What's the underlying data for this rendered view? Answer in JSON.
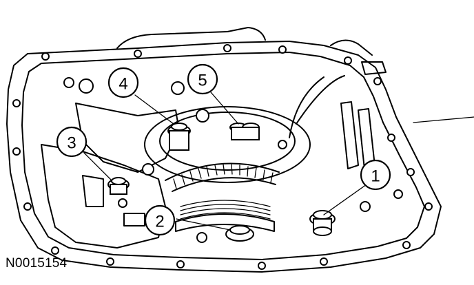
{
  "figure": {
    "id_label": "N0015154"
  },
  "callouts": [
    {
      "label": "1"
    },
    {
      "label": "2"
    },
    {
      "label": "3"
    },
    {
      "label": "4"
    },
    {
      "label": "5"
    }
  ],
  "colors": {
    "ink": "#000000",
    "paper": "#ffffff"
  }
}
